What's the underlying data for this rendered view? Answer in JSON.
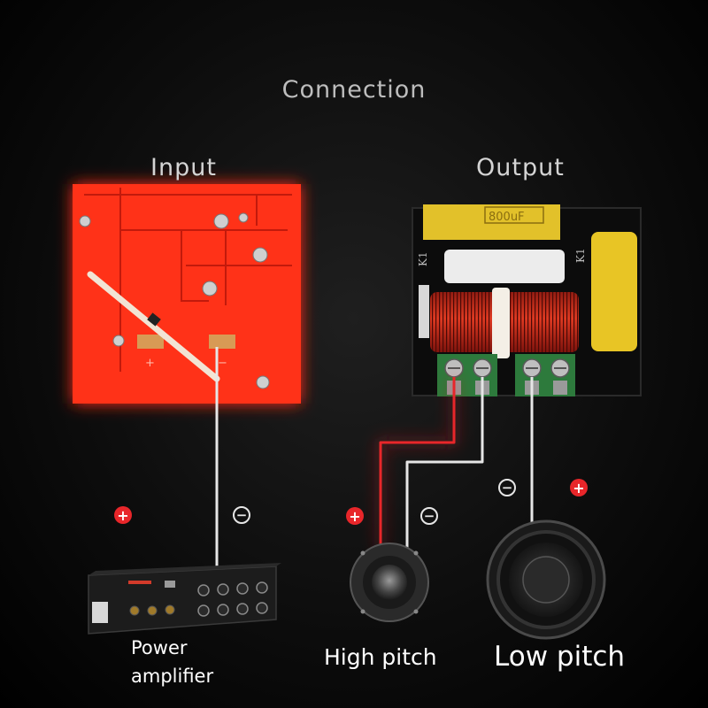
{
  "title": "Connection",
  "input_label": "Input",
  "output_label": "Output",
  "power_amplifier_label": "Power\namplifier",
  "high_pitch_label": "High pitch",
  "low_pitch_label": "Low pitch",
  "board": {
    "output_marks": [
      "K1",
      "K1",
      "800uF"
    ]
  },
  "symbols": {
    "plus": "+",
    "minus": "−"
  },
  "colors": {
    "positive_wire": "#e8262a",
    "negative_wire": "#e6e6e6",
    "input_board": "#ff2a16",
    "coil": "#c8281a",
    "capacitor": "#e2c12a"
  }
}
